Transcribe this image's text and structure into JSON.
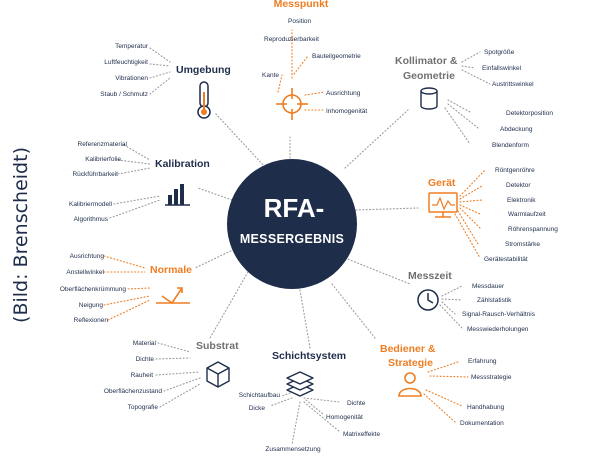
{
  "credit": "(Bild: Brenscheidt)",
  "center": {
    "line1": "RFA-",
    "line2": "MESSERGEBNIS"
  },
  "categories": {
    "messpunkt": {
      "title": "Messpunkt",
      "items": [
        "Position",
        "Reproduzierbarkeit",
        "Bauteilgeometrie",
        "Kante",
        "Ausrichtung",
        "Inhomogenität"
      ]
    },
    "umgebung": {
      "title": "Umgebung",
      "items": [
        "Temperatur",
        "Luftfeuchtigkeit",
        "Vibrationen",
        "Staub / Schmutz"
      ]
    },
    "kollimator": {
      "title_line1": "Kollimator &",
      "title_line2": "Geometrie",
      "items": [
        "Spotgröße",
        "Einfallswinkel",
        "Austrittswinkel",
        "Detektorposition",
        "Abdeckung",
        "Blendenform"
      ]
    },
    "kalibration": {
      "title": "Kalibration",
      "items": [
        "Referenzmaterial",
        "Kalibrierfolie",
        "Rückführbarkeit",
        "Kalibriermodell",
        "Algorithmus"
      ]
    },
    "geraet": {
      "title": "Gerät",
      "items": [
        "Röntgenröhre",
        "Detektor",
        "Elektronik",
        "Warmlaufzeit",
        "Röhrenspannung",
        "Stromstärke",
        "Gerätestabilität"
      ]
    },
    "normale": {
      "title": "Normale",
      "items": [
        "Ausrichtung",
        "Anstellwinkel",
        "Oberflächenkrümmung",
        "Neigung",
        "Reflexionen"
      ]
    },
    "messzeit": {
      "title": "Messzeit",
      "items": [
        "Messdauer",
        "Zählstatistik",
        "Signal-Rausch-Verhältnis",
        "Messwiederholungen"
      ]
    },
    "substrat": {
      "title": "Substrat",
      "items": [
        "Material",
        "Dichte",
        "Rauheit",
        "Oberflächenzustand",
        "Topografie"
      ]
    },
    "schichtsystem": {
      "title": "Schichtsystem",
      "items": [
        "Schichtaufbau",
        "Dicke",
        "Dichte",
        "Homogenität",
        "Matrixeffekte",
        "Zusammensetzung"
      ]
    },
    "bediener": {
      "title_line1": "Bediener &",
      "title_line2": "Strategie",
      "items": [
        "Erfahrung",
        "Messstrategie",
        "Handhabung",
        "Dokumentation"
      ]
    }
  },
  "colors": {
    "navy": "#1e2d4a",
    "orange": "#ef7d22",
    "grey": "#707070",
    "dots": "#9a9a9a"
  },
  "icons": {
    "messpunkt": "crosshair-icon",
    "umgebung": "thermometer-icon",
    "kollimator": "cylinder-icon",
    "kalibration": "bar-chart-icon",
    "geraet": "monitor-icon",
    "normale": "normal-vector-icon",
    "messzeit": "clock-icon",
    "substrat": "cube-icon",
    "schichtsystem": "layers-icon",
    "bediener": "person-icon"
  }
}
